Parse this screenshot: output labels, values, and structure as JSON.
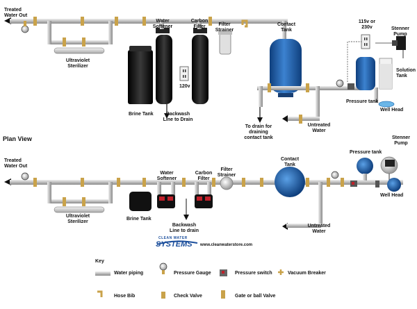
{
  "elevation": {
    "treated_water_out_1": "Treated",
    "treated_water_out_2": "Water Out",
    "water_softener_1": "Water",
    "water_softener_2": "Softener",
    "carbon_filter_1": "Carbon",
    "carbon_filter_2": "Filter",
    "filter_strainer_1": "Filter",
    "filter_strainer_2": "Strainer",
    "contact_tank_1": "Contact",
    "contact_tank_2": "Tank",
    "voltage_1": "115v or",
    "voltage_2": "230v",
    "stenner_pump_1": "Stenner",
    "stenner_pump_2": "Pump",
    "uv_sterilizer_1": "Ultraviolet",
    "uv_sterilizer_2": "Sterilizer",
    "voltage_120": "120v",
    "solution_tank_1": "Solution",
    "solution_tank_2": "Tank",
    "pressure_tank": "Pressure tank",
    "well_head": "Well Head",
    "brine_tank": "Brine Tank",
    "backwash_1": "Backwash",
    "backwash_2": "Line to Drain",
    "drain_1": "To drain for",
    "drain_2": "draining",
    "drain_3": "contact tank",
    "untreated_1": "Untreated",
    "untreated_2": "Water"
  },
  "plan": {
    "title": "Plan View",
    "treated_water_out_1": "Treated",
    "treated_water_out_2": "Water Out",
    "water_softener_1": "Water",
    "water_softener_2": "Softener",
    "carbon_filter_1": "Carbon",
    "carbon_filter_2": "Filter",
    "filter_strainer_1": "Filter",
    "filter_strainer_2": "Strainer",
    "contact_tank_1": "Contact",
    "contact_tank_2": "Tank",
    "pressure_tank": "Pressure tank",
    "stenner_pump_1": "Stenner",
    "stenner_pump_2": "Pump",
    "uv_sterilizer_1": "Ultraviolet",
    "uv_sterilizer_2": "Sterilizer",
    "brine_tank": "Brine Tank",
    "well_head": "Well Head",
    "backwash_1": "Backwash",
    "backwash_2": "Line to drain",
    "untreated_1": "Untreated",
    "untreated_2": "Water"
  },
  "branding": {
    "logo_top": "CLEAN WATER",
    "logo_main": "SYSTEMS",
    "website": "www.cleanwaterstore.com"
  },
  "key": {
    "title": "Key",
    "water_piping": "Water piping",
    "pressure_gauge": "Pressure Gauge",
    "pressure_switch": "Pressure switch",
    "vacuum_breaker": "Vacuum Breaker",
    "hose_bib": "Hose Bib",
    "check_valve": "Check Valve",
    "gate_valve": "Gate or ball Valve"
  },
  "colors": {
    "pipe": "#c8c8c8",
    "brass": "#c9a24a",
    "tank_blue": "#1f5fa8",
    "softener_black": "#1a1a1a",
    "logo_blue": "#1c4f9c"
  }
}
